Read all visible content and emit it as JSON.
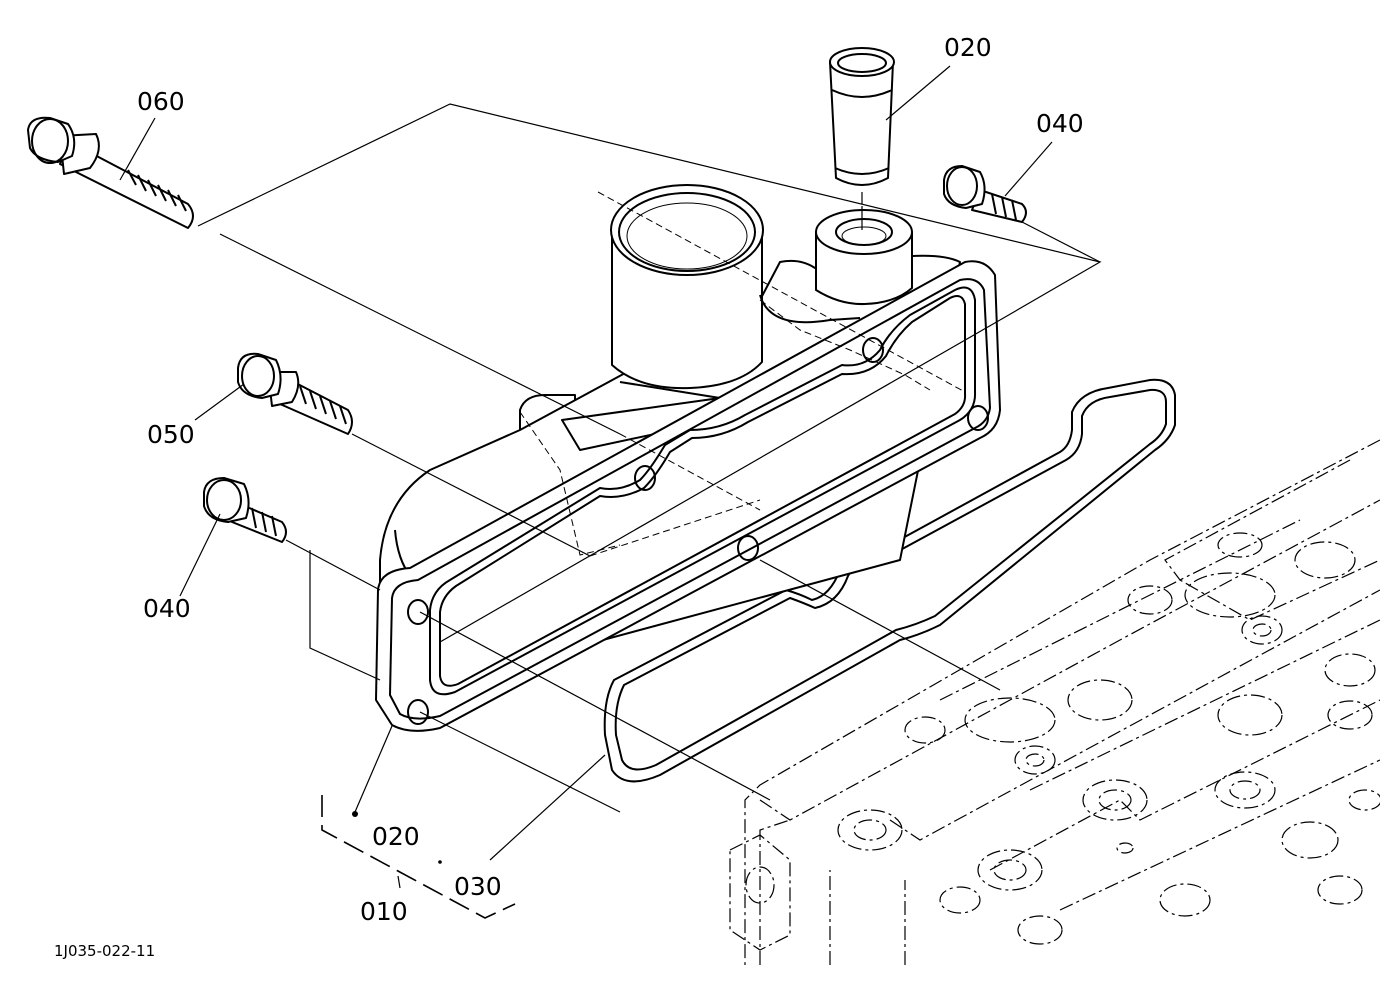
{
  "labels": {
    "bolt_060": "060",
    "pipe_020": "020",
    "bolt_040_right": "040",
    "bolt_050": "050",
    "bolt_040_left": "040",
    "flange_020": "020",
    "gasket_030": "030",
    "assembly_010": "010"
  },
  "drawing_code": "1J035-022-11"
}
